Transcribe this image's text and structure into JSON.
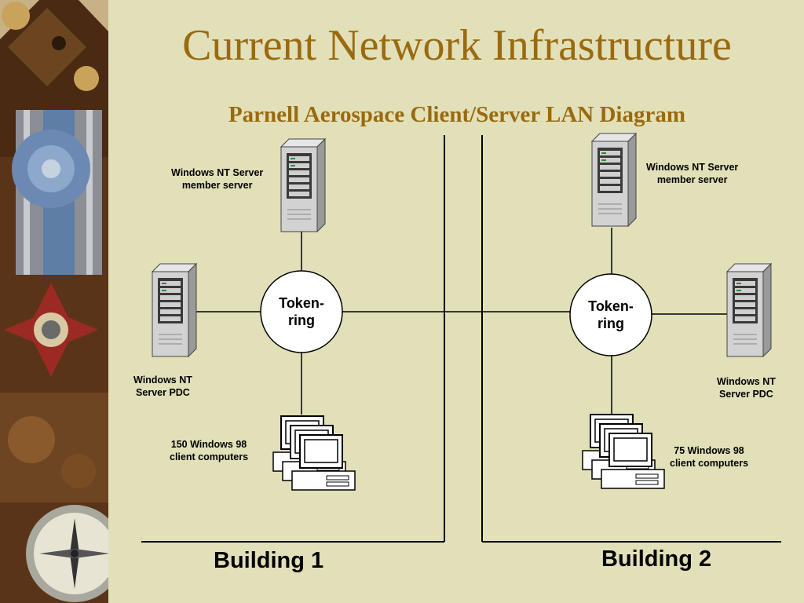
{
  "title": "Current Network Infrastructure",
  "subtitle": "Parnell Aerospace Client/Server LAN Diagram",
  "building1": {
    "label": "Building 1",
    "ring": [
      "Token-",
      "ring"
    ],
    "member_server": [
      "Windows NT Server",
      "member server"
    ],
    "pdc": [
      "Windows NT",
      "Server PDC"
    ],
    "clients": [
      "150 Windows 98",
      "client computers"
    ]
  },
  "building2": {
    "label": "Building 2",
    "ring": [
      "Token-",
      "ring"
    ],
    "member_server": [
      "Windows NT Server",
      "member server"
    ],
    "pdc": [
      "Windows NT",
      "Server PDC"
    ],
    "clients": [
      "75 Windows 98",
      "client computers"
    ]
  },
  "colors": {
    "background": "#e2e0b8",
    "title": "#9a6a10"
  }
}
